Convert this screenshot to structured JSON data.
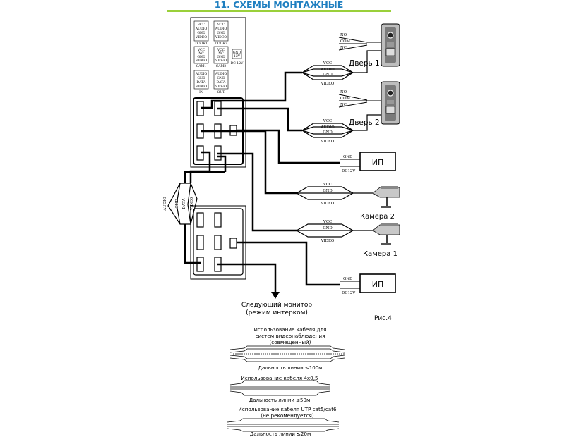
{
  "header": {
    "title": "11. СХЕМЫ МОНТАЖНЫЕ"
  },
  "monitor_top": {
    "blocks": [
      {
        "lines": [
          "VCC",
          "AUDIO",
          "GND",
          "VIDEO"
        ],
        "caption": "DOOR1"
      },
      {
        "lines": [
          "VCC",
          "AUDIO",
          "GND",
          "VIDEO"
        ],
        "caption": "DOOR2"
      },
      {
        "lines": [
          "VCC",
          "NC",
          "GND",
          "VIDEO"
        ],
        "caption": "CAM1"
      },
      {
        "lines": [
          "VCC",
          "NC",
          "GND",
          "VIDEO"
        ],
        "caption": "CAM2"
      },
      {
        "lines": [
          "GND",
          "12V"
        ],
        "caption": "DC 12V"
      },
      {
        "lines": [
          "AUDIO",
          "GND",
          "DATA",
          "VIDEO"
        ],
        "caption": "IN"
      },
      {
        "lines": [
          "AUDIO",
          "GND",
          "DATA",
          "VIDEO"
        ],
        "caption": "OUT"
      }
    ]
  },
  "door1": {
    "label": "Дверь 1",
    "relay": [
      "NO",
      "COM",
      "NC"
    ],
    "wires": [
      "VCC",
      "AUDIO",
      "GND",
      "VIDEO"
    ]
  },
  "door2": {
    "label": "Дверь 2",
    "relay": [
      "NO",
      "COM",
      "NC"
    ],
    "wires": [
      "VCC",
      "AUDIO",
      "GND",
      "VIDEO"
    ]
  },
  "psu1": {
    "label": "ИП",
    "wires": [
      "GND",
      "DC12V"
    ]
  },
  "psu2": {
    "label": "ИП",
    "wires": [
      "GND",
      "DC12V"
    ]
  },
  "camera2": {
    "label": "Камера 2",
    "wires": [
      "VCC",
      "GND",
      "VIDEO"
    ]
  },
  "camera1": {
    "label": "Камера 1",
    "wires": [
      "VCC",
      "GND",
      "VIDEO"
    ]
  },
  "link": {
    "wires": [
      "AUDIO",
      "GND",
      "DATA",
      "VIDEO"
    ]
  },
  "next_monitor": {
    "line1": "Следующий монитор",
    "line2": "(режим интерком)"
  },
  "figure_label": "Рис.4",
  "cables": [
    {
      "title": [
        "Использование кабеля для",
        "систем видеонаблюдения",
        "(совмещенный)"
      ],
      "range": "Дальность линии ≤100м"
    },
    {
      "title": [
        "Использование кабеля 4х0,5"
      ],
      "range": "Дальность линии ≤50м"
    },
    {
      "title": [
        "Использование кабеля UTP cat5/cat6",
        "(не рекомендуется)"
      ],
      "range": "Дальность линии ≤20м"
    }
  ]
}
